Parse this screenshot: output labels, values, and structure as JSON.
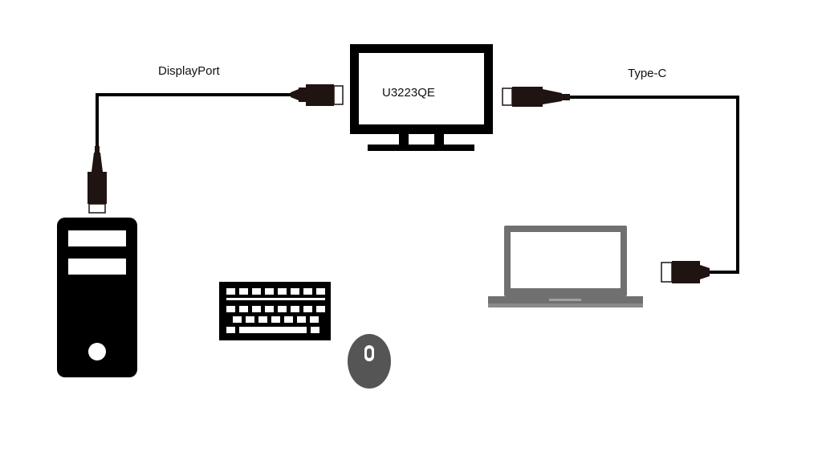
{
  "labels": {
    "monitor_model": "U3223QE",
    "cable_left": "DisplayPort",
    "cable_right": "Type-C"
  },
  "colors": {
    "black": "#000000",
    "connector": "#1f1412",
    "laptop_gray": "#707070",
    "mouse_gray": "#555555",
    "background": "#ffffff"
  },
  "icons": {
    "computer": "desktop-tower-icon",
    "monitor": "monitor-icon",
    "laptop": "laptop-icon",
    "keyboard": "keyboard-icon",
    "mouse": "mouse-icon"
  }
}
